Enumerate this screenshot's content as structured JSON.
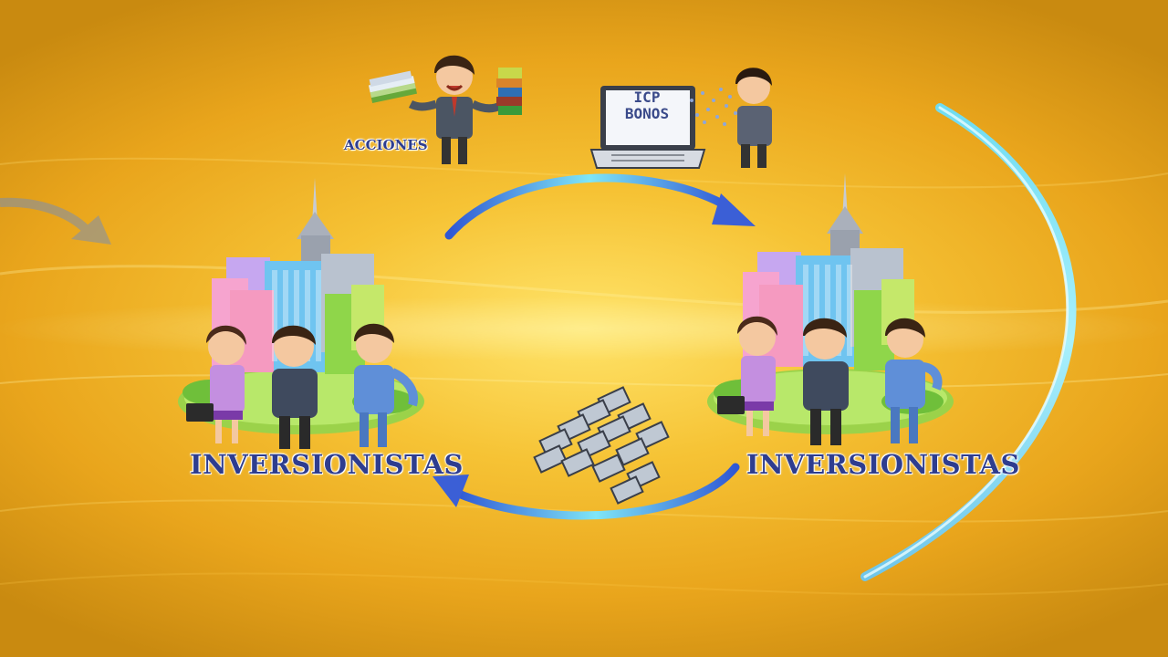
{
  "diagram": {
    "left_group_label": "INVERSIONISTAS",
    "right_group_label": "INVERSIONISTAS",
    "stocks_label": "ACCIONES",
    "laptop_line_1": "ICP",
    "laptop_line_2": "BONOS"
  },
  "colors": {
    "label_text": "#2e3d8f",
    "arrow_cyan": "#6fe3f5",
    "arrow_blue": "#3b5fd6",
    "background": "#f6c335"
  },
  "icons": [
    "investor-group-left-icon",
    "investor-group-right-icon",
    "stocks-presenter-icon",
    "laptop-bonds-icon",
    "cash-stack-icon",
    "flow-arrow-top-icon",
    "flow-arrow-bottom-icon",
    "large-arc-icon",
    "left-incoming-arrow-icon"
  ]
}
